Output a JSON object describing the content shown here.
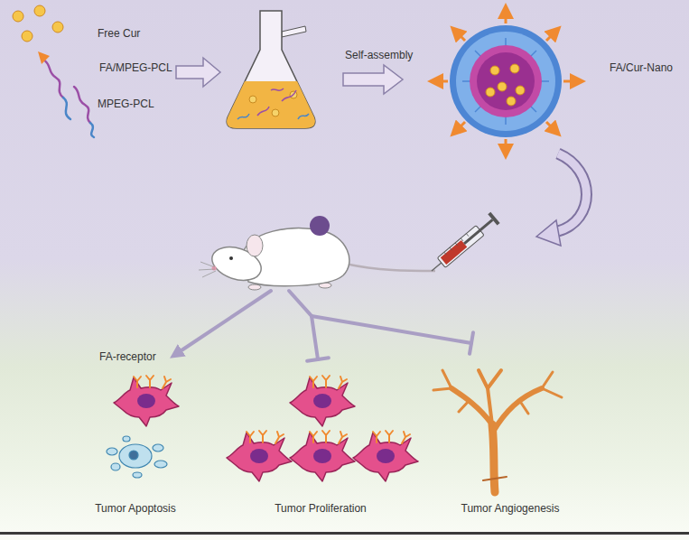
{
  "diagram": {
    "nodes": [
      {
        "text": [
          "FA/Cur-Nano"
        ]
      },
      {
        "text": [
          "FA-receptor",
          "Tumor Apoptosis"
        ]
      },
      {
        "text": [
          "Tumor Proliferation"
        ]
      },
      {
        "text": [
          "Tumor Angiogenesis"
        ]
      }
    ],
    "labels": [
      "Free Cur",
      "FA/MPEG-PCL",
      "MPEG-PCL",
      "Self-assembly"
    ]
  }
}
